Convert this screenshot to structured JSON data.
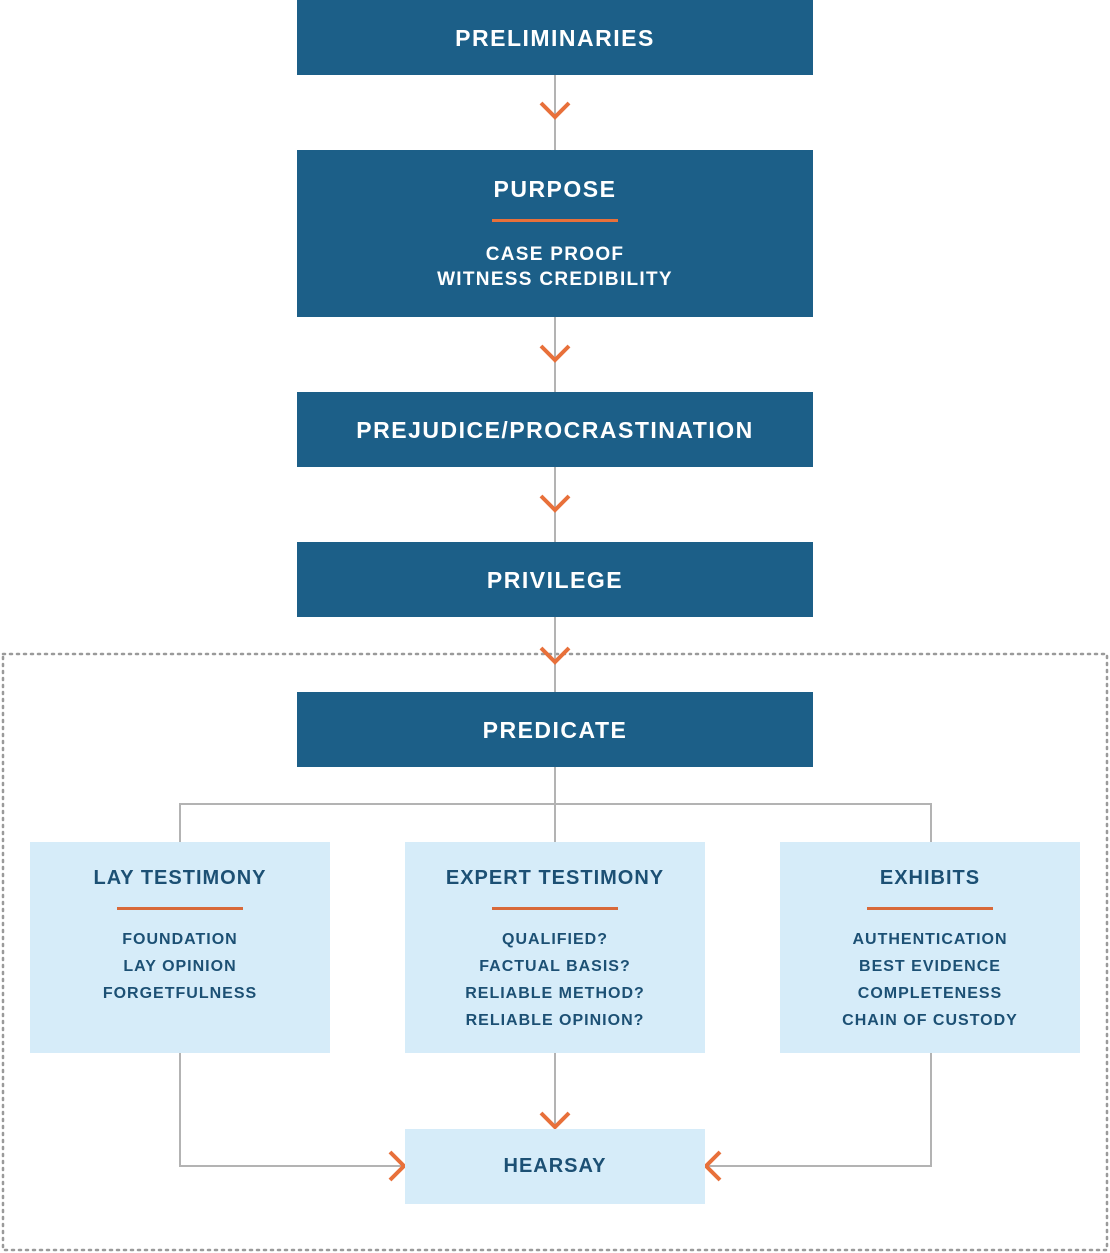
{
  "steps": {
    "preliminaries": "PRELIMINARIES",
    "purpose": {
      "title": "PURPOSE",
      "items": [
        "CASE PROOF",
        "WITNESS CREDIBILITY"
      ]
    },
    "prejudice": "PREJUDICE/PROCRASTINATION",
    "privilege": "PRIVILEGE",
    "predicate": "PREDICATE"
  },
  "branches": {
    "lay": {
      "title": "LAY TESTIMONY",
      "items": [
        "FOUNDATION",
        "LAY OPINION",
        "FORGETFULNESS"
      ]
    },
    "expert": {
      "title": "EXPERT TESTIMONY",
      "items": [
        "QUALIFIED?",
        "FACTUAL BASIS?",
        "RELIABLE METHOD?",
        "RELIABLE OPINION?"
      ]
    },
    "exhibits": {
      "title": "EXHIBITS",
      "items": [
        "AUTHENTICATION",
        "BEST EVIDENCE",
        "COMPLETENESS",
        "CHAIN OF CUSTODY"
      ]
    }
  },
  "final": "HEARSAY",
  "colors": {
    "dark_box": "#1c5f88",
    "light_box": "#d6ecf9",
    "accent": "#e8703a",
    "connector": "#b3b3b3",
    "dotted_border": "#9a9a9a"
  }
}
